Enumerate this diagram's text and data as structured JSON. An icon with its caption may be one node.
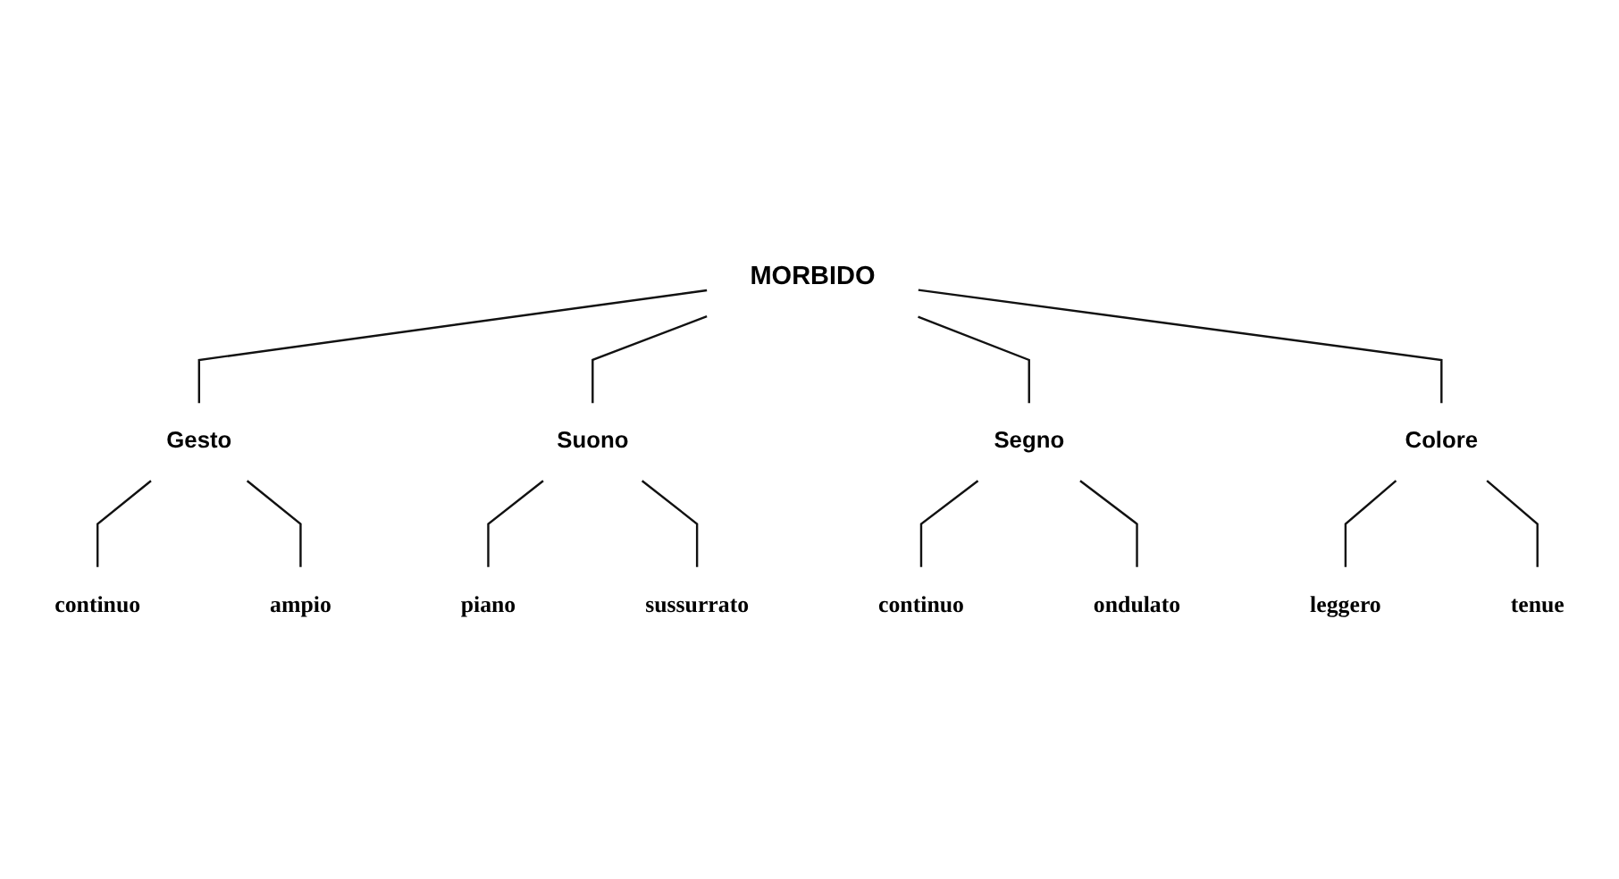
{
  "diagram": {
    "nodes": [
      {
        "text": [
          "MORBIDO"
        ]
      },
      {
        "text": [
          "Gesto"
        ]
      },
      {
        "text": [
          "Suono"
        ]
      },
      {
        "text": [
          "Segno"
        ]
      },
      {
        "text": [
          "Colore"
        ]
      },
      {
        "text": [
          "continuo"
        ]
      },
      {
        "text": [
          "ampio"
        ]
      },
      {
        "text": [
          "piano"
        ]
      },
      {
        "text": [
          "sussurrato"
        ]
      },
      {
        "text": [
          "continuo"
        ]
      },
      {
        "text": [
          "ondulato"
        ]
      },
      {
        "text": [
          "leggero"
        ]
      },
      {
        "text": [
          "tenue"
        ]
      }
    ],
    "edges": [
      {
        "from": 0,
        "to": 1,
        "arrow": "none"
      },
      {
        "from": 0,
        "to": 2,
        "arrow": "none"
      },
      {
        "from": 0,
        "to": 3,
        "arrow": "none"
      },
      {
        "from": 0,
        "to": 4,
        "arrow": "none"
      },
      {
        "from": 1,
        "to": 5,
        "arrow": "none"
      },
      {
        "from": 1,
        "to": 6,
        "arrow": "none"
      },
      {
        "from": 2,
        "to": 7,
        "arrow": "none"
      },
      {
        "from": 2,
        "to": 8,
        "arrow": "none"
      },
      {
        "from": 3,
        "to": 9,
        "arrow": "none"
      },
      {
        "from": 3,
        "to": 10,
        "arrow": "none"
      },
      {
        "from": 4,
        "to": 11,
        "arrow": "none"
      },
      {
        "from": 4,
        "to": 12,
        "arrow": "none"
      }
    ]
  }
}
